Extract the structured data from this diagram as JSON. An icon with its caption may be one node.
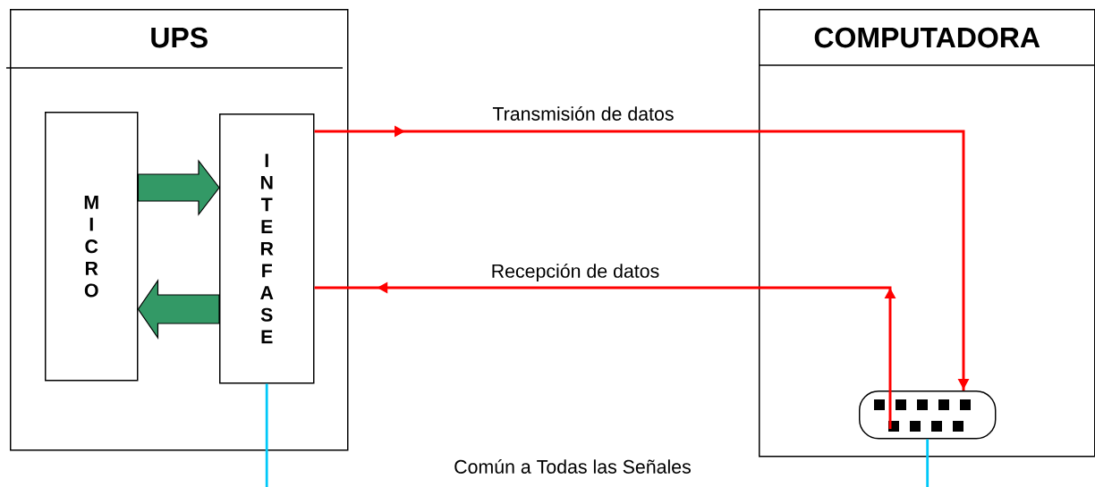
{
  "diagram": {
    "nodes": [
      {
        "text": [
          "UPS"
        ]
      },
      {
        "text": [
          "COMPUTADORA"
        ]
      },
      {
        "text": [
          "MICRO"
        ],
        "in": 0
      },
      {
        "text": [
          "INTERFASE"
        ],
        "in": 0
      },
      {
        "text": [],
        "shape": "box",
        "in": 1
      }
    ],
    "edges": [
      {
        "from": 2,
        "to": 3,
        "arrow": "to",
        "color": "#339966"
      },
      {
        "from": 3,
        "to": 2,
        "arrow": "to",
        "color": "#339966"
      },
      {
        "from": 3,
        "to": 4,
        "arrow": "to",
        "label": "Transmisión de datos",
        "color": "#ff0000"
      },
      {
        "from": 4,
        "to": 3,
        "arrow": "to",
        "label": "Recepción de datos",
        "color": "#ff0000"
      },
      {
        "from": 3,
        "to": null,
        "arrow": "none",
        "color": "#00c8f8"
      },
      {
        "from": 4,
        "to": null,
        "arrow": "none",
        "color": "#00c8f8"
      }
    ],
    "labels": [
      "Común a Todas las Señales"
    ]
  }
}
